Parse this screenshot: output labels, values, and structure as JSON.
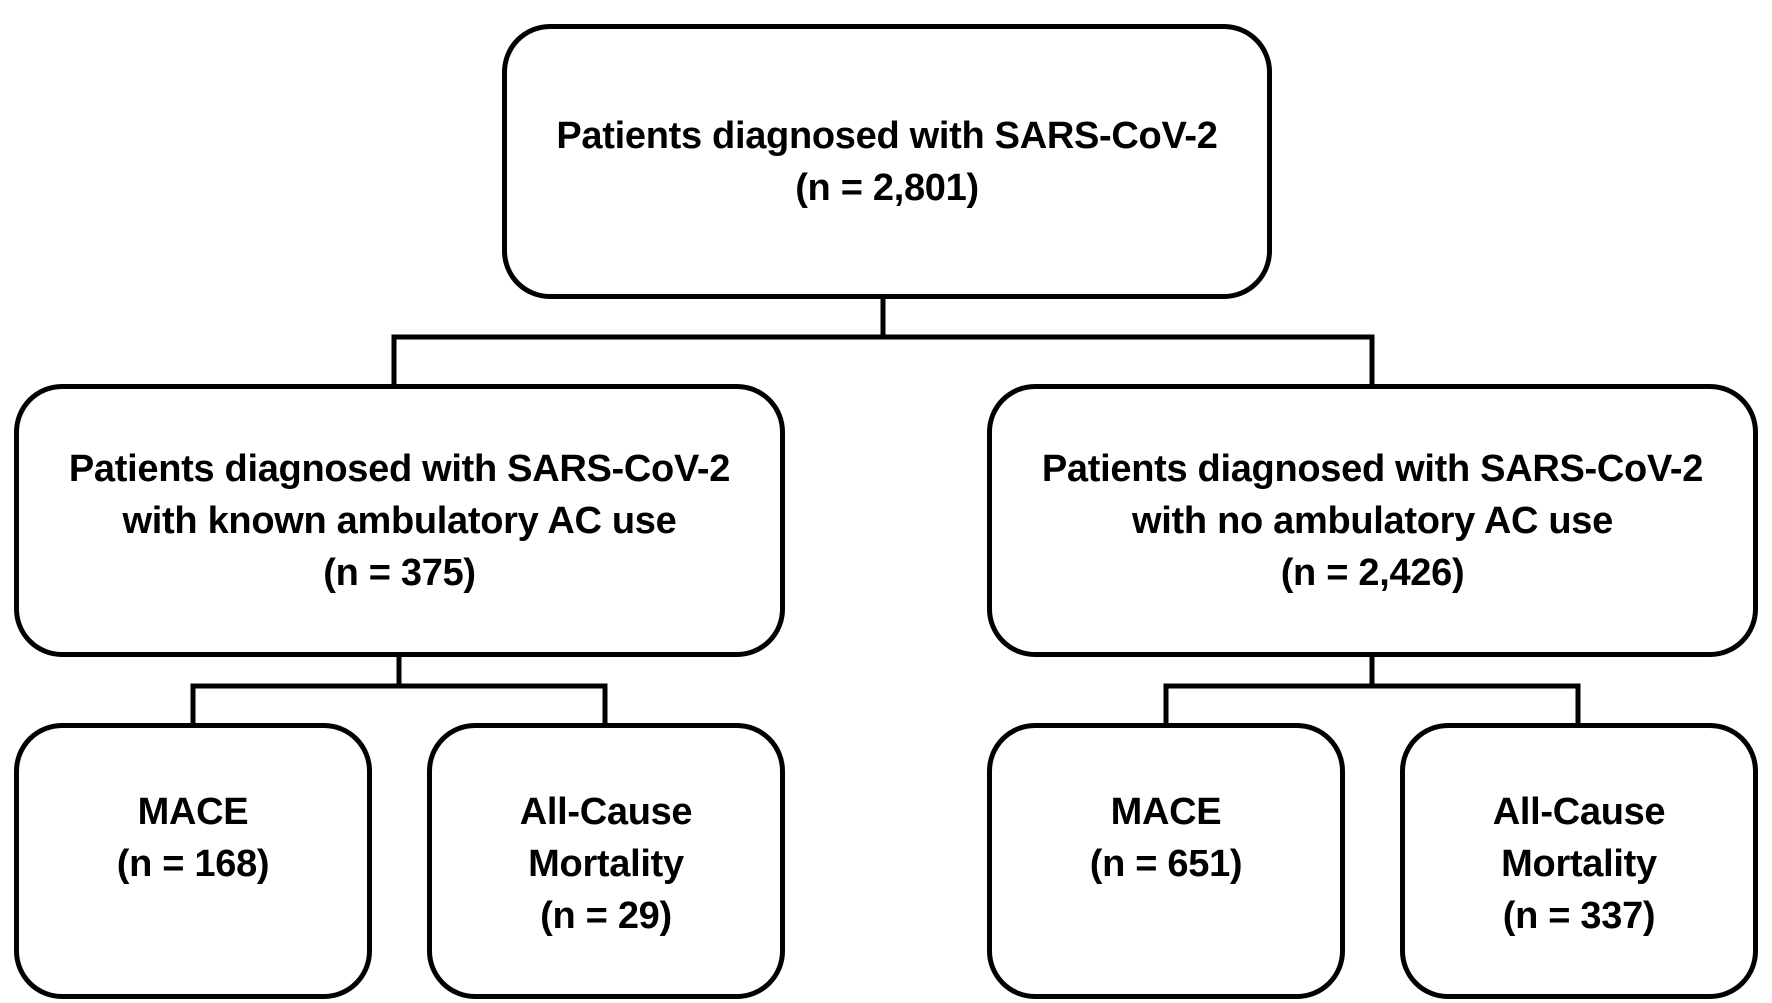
{
  "diagram": {
    "root": {
      "line1": "Patients diagnosed with SARS-CoV-2",
      "line2": "(n = 2,801)"
    },
    "left_group": {
      "line1": "Patients diagnosed with SARS-CoV-2",
      "line2": "with known ambulatory AC use",
      "line3": "(n = 375)",
      "mace": {
        "line1": "MACE",
        "line2": "(n = 168)"
      },
      "mortality": {
        "line1": "All-Cause",
        "line2": "Mortality",
        "line3": "(n = 29)"
      }
    },
    "right_group": {
      "line1": "Patients diagnosed with SARS-CoV-2",
      "line2": "with no ambulatory AC use",
      "line3": "(n = 2,426)",
      "mace": {
        "line1": "MACE",
        "line2": "(n = 651)"
      },
      "mortality": {
        "line1": "All-Cause",
        "line2": "Mortality",
        "line3": "(n = 337)"
      }
    }
  }
}
